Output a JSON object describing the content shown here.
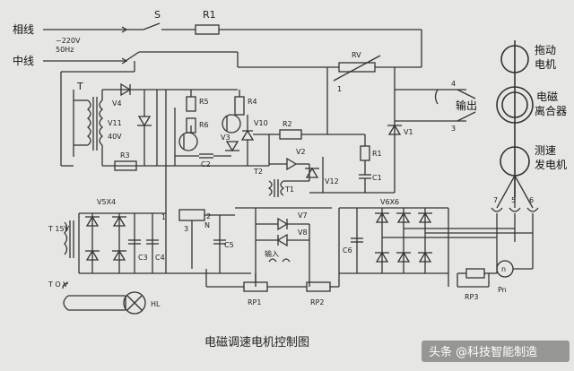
{
  "left_labels": {
    "phase_line": "相线",
    "neutral_line": "中线",
    "voltage": "~220V",
    "frequency": "50Hz"
  },
  "components": {
    "S": "S",
    "R1": "R1",
    "T": "T",
    "V4": "V4",
    "V11": "V11",
    "v40": "40V",
    "R3": "R3",
    "R5": "R5",
    "R6": "R6",
    "R4": "R4",
    "V3": "V3",
    "C2": "C2",
    "V10": "V10",
    "R2": "R2",
    "T2": "T2",
    "V2": "V2",
    "T1": "T1",
    "V12": "V12",
    "R1b": "R1",
    "C1": "C1",
    "RV": "RV",
    "V1": "V1",
    "V5X4": "V5X4",
    "T15V": "T 15V",
    "C3": "C3",
    "C4": "C4",
    "N": "N",
    "C5": "C5",
    "V7": "V7",
    "V8": "V8",
    "input": "输入",
    "RP1": "RP1",
    "RP2": "RP2",
    "C6": "C6",
    "V6X6": "V6X6",
    "RP3": "RP3",
    "n": "n",
    "Pn": "Pn",
    "TOV": "T O V",
    "HL": "HL"
  },
  "pin_labels": {
    "p4": "4",
    "p3": "3",
    "p7": "7",
    "p5": "5",
    "p6": "6",
    "n1": "1",
    "n2": "2",
    "n3": "3",
    "n1b": "1"
  },
  "right_labels": {
    "drag_motor": [
      "拖动",
      "电机"
    ],
    "output": "输出",
    "clutch": [
      "电磁",
      "离合器"
    ],
    "tach": [
      "测速",
      "发电机"
    ]
  },
  "caption": "电磁调速电机控制图",
  "watermark": "头条 @科技智能制造"
}
